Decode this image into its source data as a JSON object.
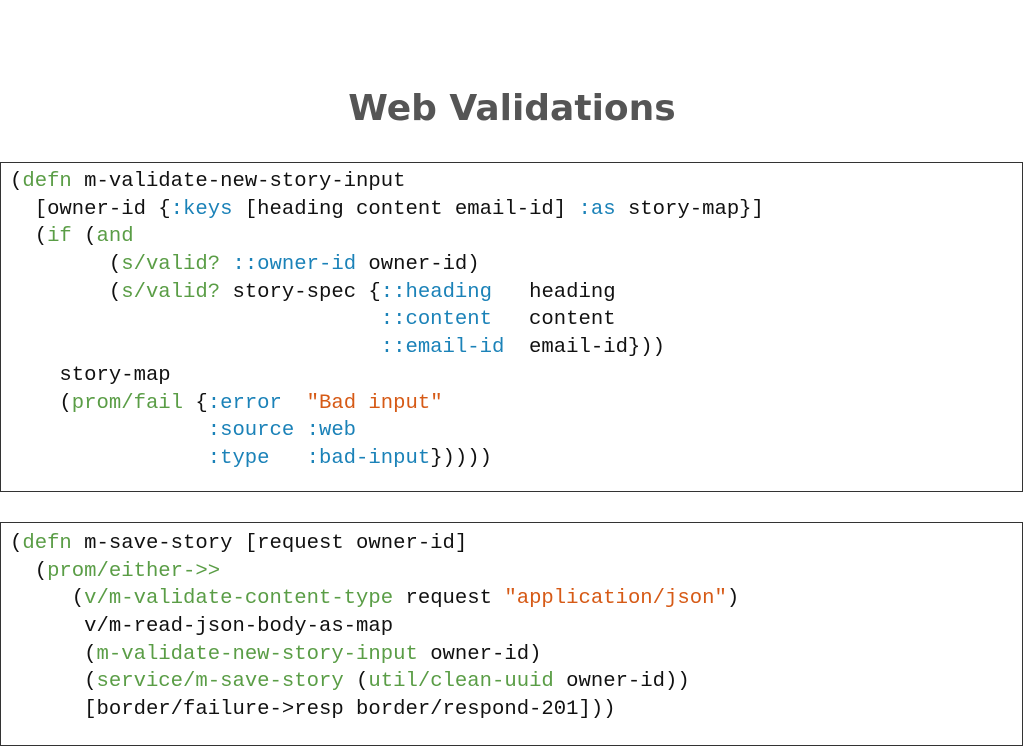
{
  "title": "Web Validations",
  "colors": {
    "plain": "#111111",
    "keyword": "#5a9d46",
    "symbol": "#1b82b8",
    "string": "#d65a16",
    "title": "#555555",
    "border": "#333333"
  },
  "code_blocks": [
    {
      "lines": [
        [
          [
            "(",
            "plain"
          ],
          [
            "defn",
            "keyword"
          ],
          [
            " m-validate-new-story-input",
            "plain"
          ]
        ],
        [
          [
            "  [owner-id {",
            "plain"
          ],
          [
            ":keys",
            "symbol"
          ],
          [
            " [heading content email-id] ",
            "plain"
          ],
          [
            ":as",
            "symbol"
          ],
          [
            " story-map}]",
            "plain"
          ]
        ],
        [
          [
            "  (",
            "plain"
          ],
          [
            "if",
            "keyword"
          ],
          [
            " (",
            "plain"
          ],
          [
            "and",
            "keyword"
          ]
        ],
        [
          [
            "        (",
            "plain"
          ],
          [
            "s/valid?",
            "keyword"
          ],
          [
            " ",
            "plain"
          ],
          [
            "::owner-id",
            "symbol"
          ],
          [
            " owner-id)",
            "plain"
          ]
        ],
        [
          [
            "        (",
            "plain"
          ],
          [
            "s/valid?",
            "keyword"
          ],
          [
            " story-spec {",
            "plain"
          ],
          [
            "::heading",
            "symbol"
          ],
          [
            "   heading",
            "plain"
          ]
        ],
        [
          [
            "                              ",
            "plain"
          ],
          [
            "::content",
            "symbol"
          ],
          [
            "   content",
            "plain"
          ]
        ],
        [
          [
            "                              ",
            "plain"
          ],
          [
            "::email-id",
            "symbol"
          ],
          [
            "  email-id}))",
            "plain"
          ]
        ],
        [
          [
            "    story-map",
            "plain"
          ]
        ],
        [
          [
            "    (",
            "plain"
          ],
          [
            "prom/fail",
            "keyword"
          ],
          [
            " {",
            "plain"
          ],
          [
            ":error",
            "symbol"
          ],
          [
            "  ",
            "plain"
          ],
          [
            "\"Bad input\"",
            "string"
          ]
        ],
        [
          [
            "                ",
            "plain"
          ],
          [
            ":source",
            "symbol"
          ],
          [
            " ",
            "plain"
          ],
          [
            ":web",
            "symbol"
          ]
        ],
        [
          [
            "                ",
            "plain"
          ],
          [
            ":type",
            "symbol"
          ],
          [
            "   ",
            "plain"
          ],
          [
            ":bad-input",
            "symbol"
          ],
          [
            "}))))",
            "plain"
          ]
        ]
      ]
    },
    {
      "lines": [
        [
          [
            "(",
            "plain"
          ],
          [
            "defn",
            "keyword"
          ],
          [
            " m-save-story [request owner-id]",
            "plain"
          ]
        ],
        [
          [
            "  (",
            "plain"
          ],
          [
            "prom/either->>",
            "keyword"
          ]
        ],
        [
          [
            "     (",
            "plain"
          ],
          [
            "v/m-validate-content-type",
            "keyword"
          ],
          [
            " request ",
            "plain"
          ],
          [
            "\"application/json\"",
            "string"
          ],
          [
            ")",
            "plain"
          ]
        ],
        [
          [
            "      v/m-read-json-body-as-map",
            "plain"
          ]
        ],
        [
          [
            "      (",
            "plain"
          ],
          [
            "m-validate-new-story-input",
            "keyword"
          ],
          [
            " owner-id)",
            "plain"
          ]
        ],
        [
          [
            "      (",
            "plain"
          ],
          [
            "service/m-save-story",
            "keyword"
          ],
          [
            " (",
            "plain"
          ],
          [
            "util/clean-uuid",
            "keyword"
          ],
          [
            " owner-id))",
            "plain"
          ]
        ],
        [
          [
            "      [border/failure->resp border/respond-201]))",
            "plain"
          ]
        ]
      ]
    }
  ]
}
